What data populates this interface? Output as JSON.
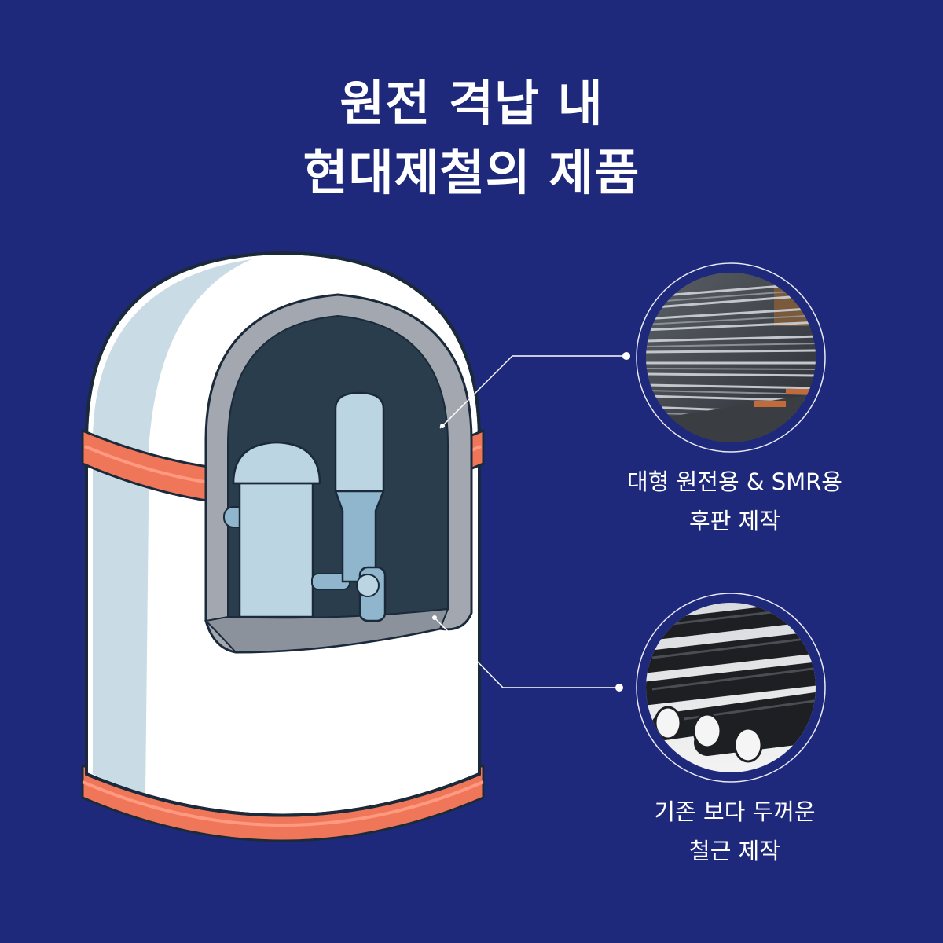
{
  "title": {
    "line1": "원전 격납 내",
    "line2": "현대제철의 제품"
  },
  "products": [
    {
      "id": "steel-plate",
      "line1": "대형 원전용 & SMR용",
      "line2": "후판 제작"
    },
    {
      "id": "rebar",
      "line1": "기존 보다 두꺼운",
      "line2": "철근 제작"
    }
  ],
  "colors": {
    "background": "#1f297c",
    "building": "#ffffff",
    "building_shade": "#c9dbe5",
    "band": "#f0765a",
    "band_light": "#ff9a80",
    "wall_cut": "#a3a8b0",
    "interior": "#2a3d4c",
    "equipment": "#bcd5e3",
    "pipe": "#8fb6cc",
    "outline": "#1b2a3a"
  }
}
